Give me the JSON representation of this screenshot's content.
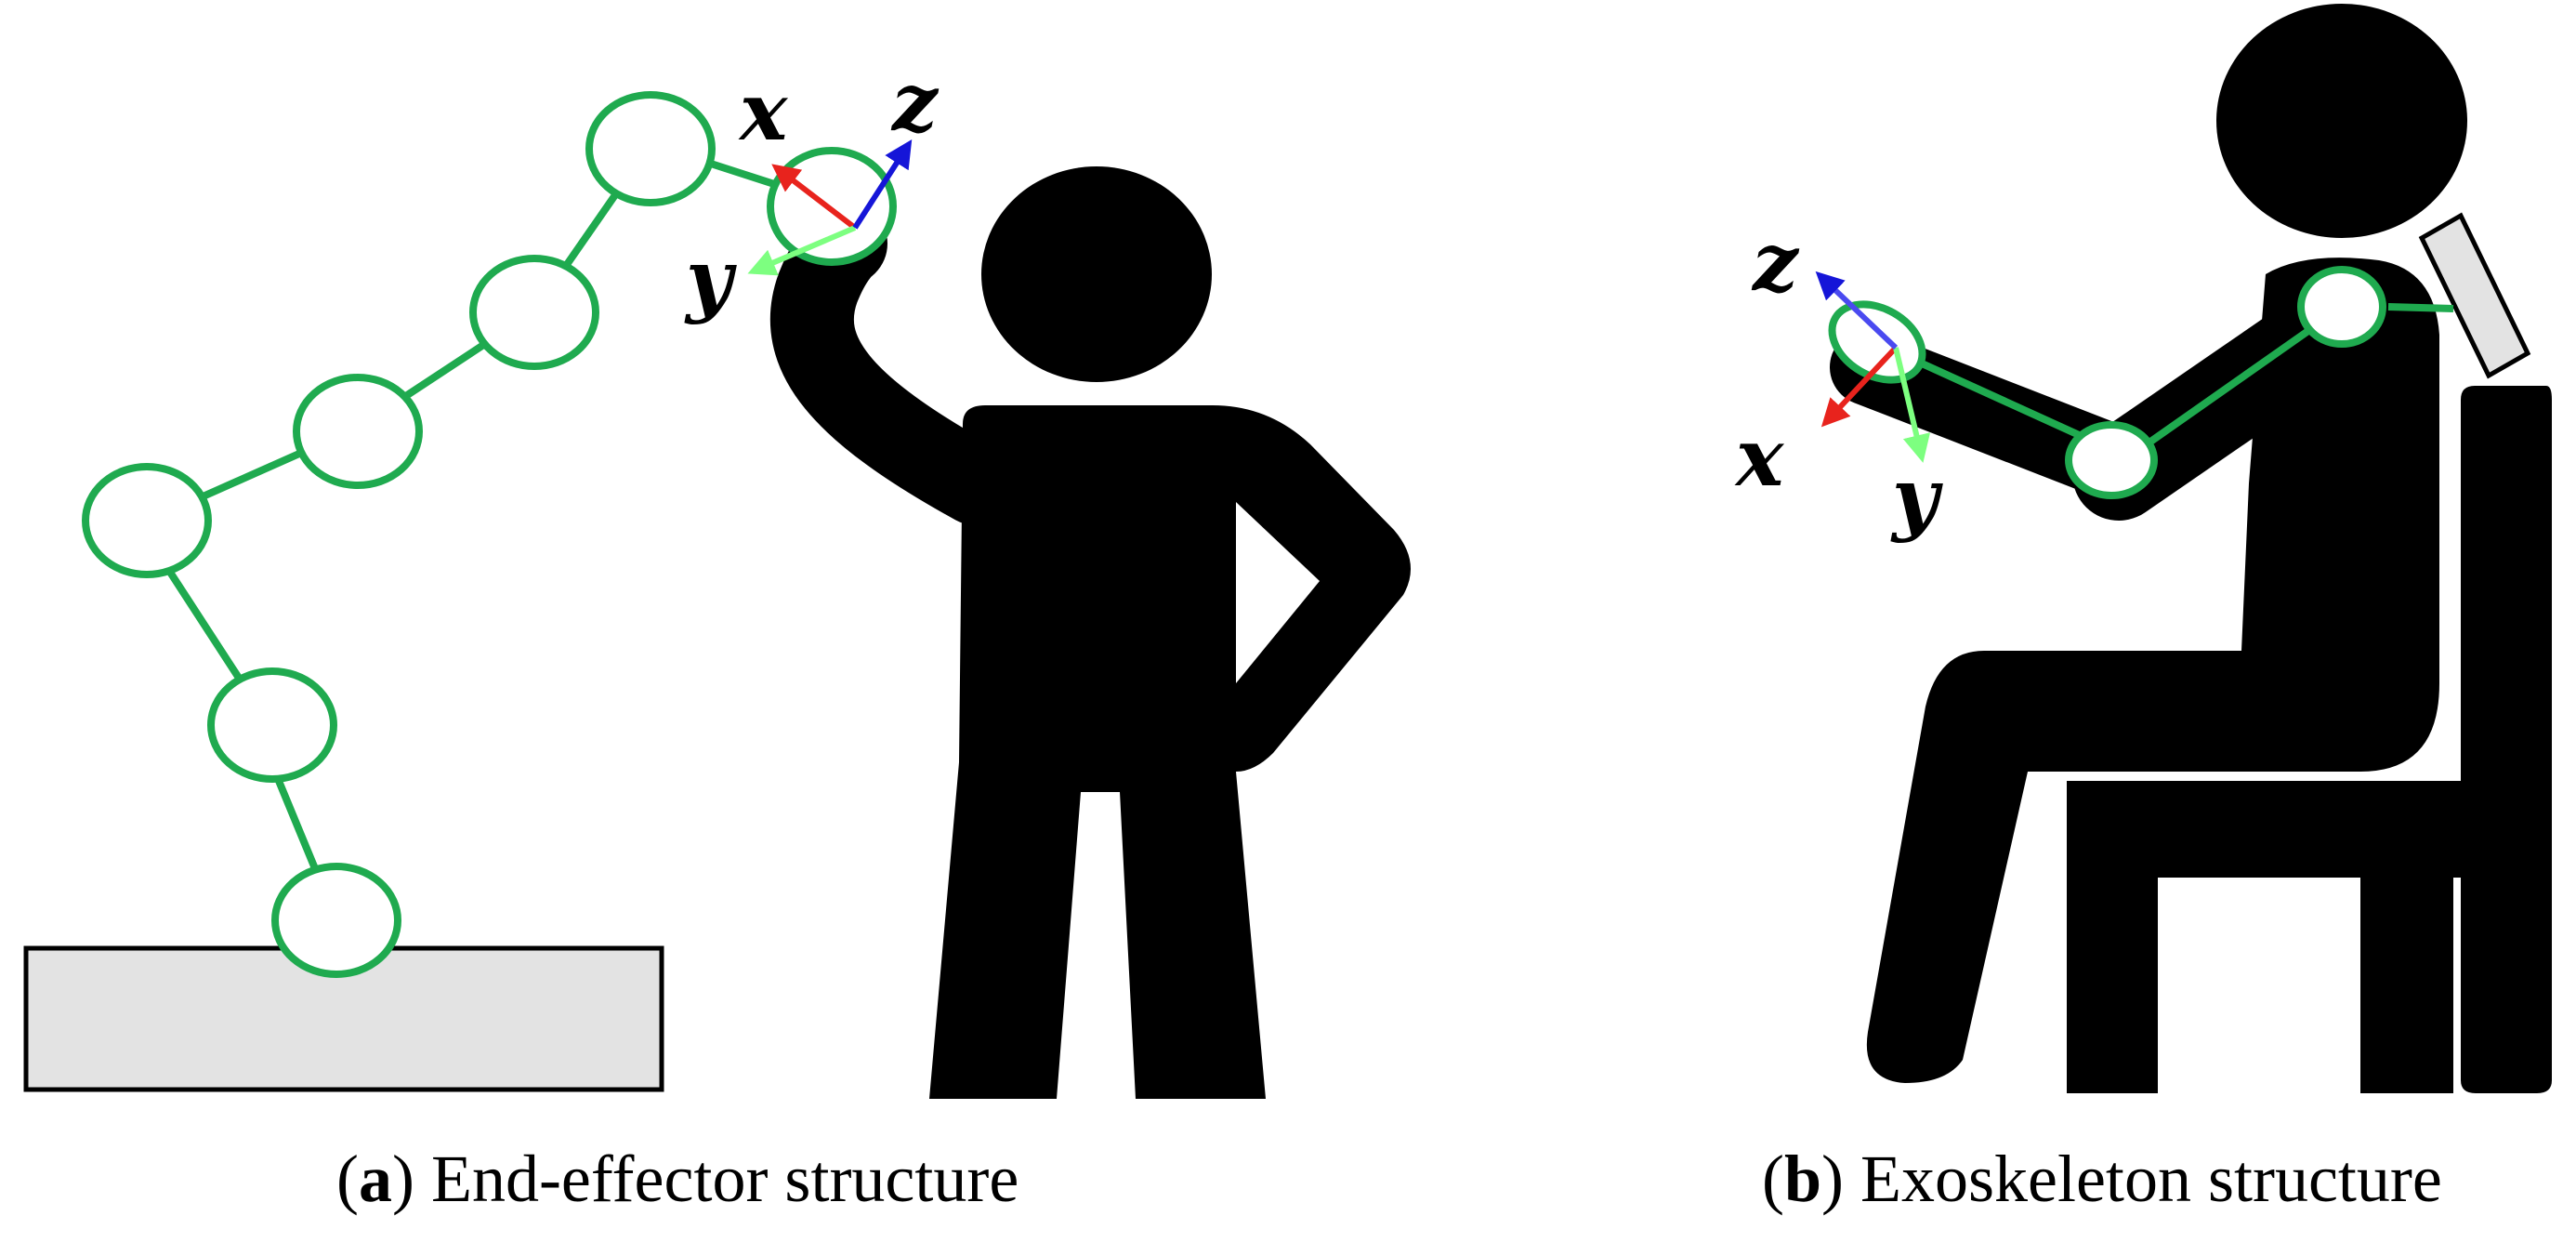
{
  "panels": [
    {
      "id": "a",
      "caption_letter": "a",
      "caption_text": "End-effector structure",
      "axes": {
        "x": "x",
        "y": "y",
        "z": "z"
      }
    },
    {
      "id": "b",
      "caption_letter": "b",
      "caption_text": "Exoskeleton structure",
      "axes": {
        "x": "x",
        "y": "y",
        "z": "z"
      }
    }
  ],
  "colors": {
    "robot_links": "#1faa4f",
    "silhouette": "#000000",
    "base_fill": "#e3e3e3",
    "axis_x": "#e8231d",
    "axis_y": "#7dff80",
    "axis_z": "#1515d8"
  }
}
